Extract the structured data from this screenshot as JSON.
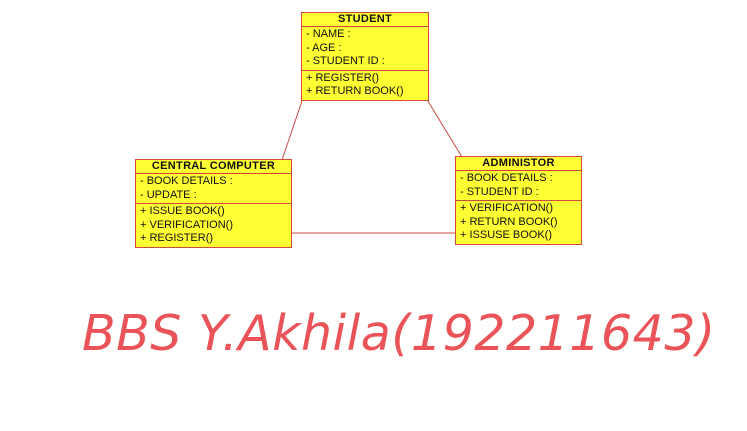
{
  "diagram": {
    "classes": {
      "student": {
        "name": "STUDENT",
        "attributes": [
          "- NAME :",
          "- AGE :",
          "- STUDENT ID :"
        ],
        "operations": [
          "+ REGISTER()",
          "+ RETURN BOOK()"
        ]
      },
      "central": {
        "name": "CENTRAL COMPUTER",
        "attributes": [
          "- BOOK DETAILS :",
          "- UPDATE :"
        ],
        "operations": [
          "+ ISSUE BOOK()",
          "+ VERIFICATION()",
          "+ REGISTER()"
        ]
      },
      "admin": {
        "name": "ADMINISTOR",
        "attributes": [
          "- BOOK DETAILS :",
          "- STUDENT ID :"
        ],
        "operations": [
          "+ VERIFICATION()",
          "+ RETURN BOOK()",
          "+ ISSUSE BOOK()"
        ]
      }
    },
    "associations": [
      {
        "from": "student",
        "to": "central"
      },
      {
        "from": "student",
        "to": "admin"
      },
      {
        "from": "central",
        "to": "admin"
      }
    ],
    "colors": {
      "class_fill": "#ffff33",
      "class_border": "#d24a3e",
      "line": "#c94a42",
      "signature": "#ea5358"
    }
  },
  "signature": "BBS Y.Akhila(192211643)"
}
